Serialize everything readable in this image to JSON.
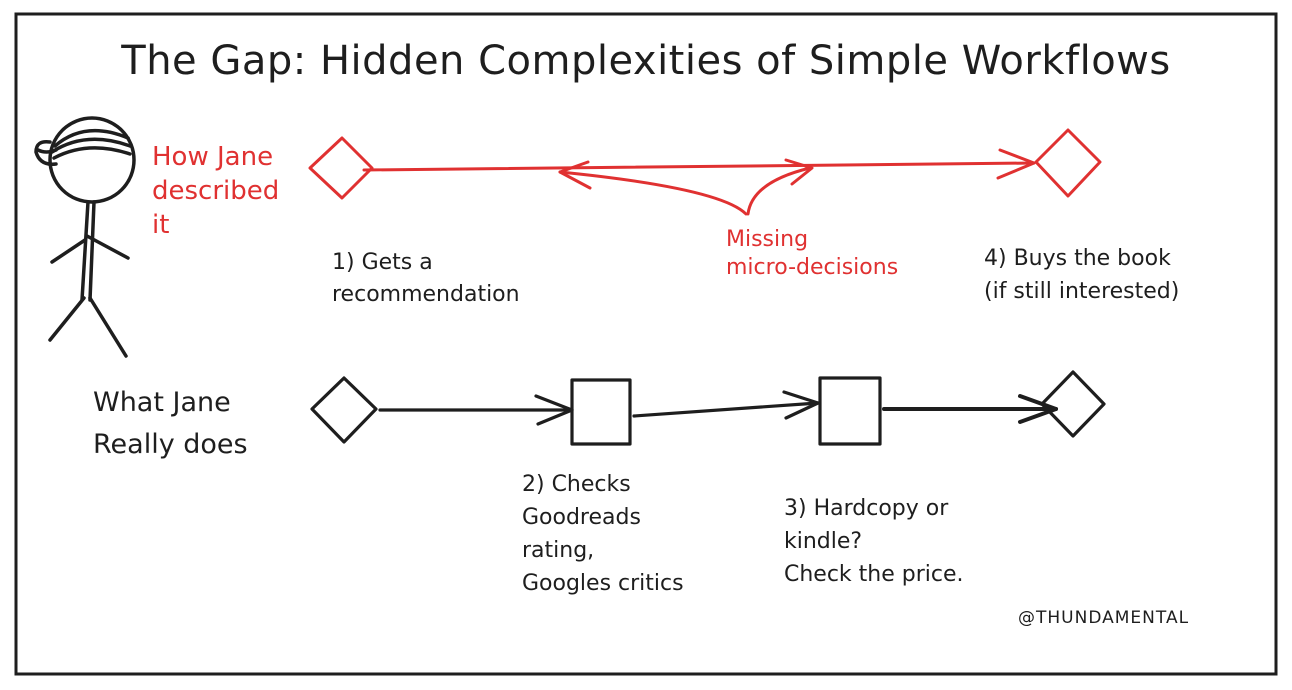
{
  "title": "The Gap: Hidden Complexities of Simple Workflows",
  "described_label": "How Jane\ndescribed\nit",
  "missing_label": "Missing\nmicro-decisions",
  "really_label": "What Jane\nReally does",
  "steps": [
    {
      "number": 1,
      "text": "1) Gets a\nrecommendation"
    },
    {
      "number": 2,
      "text": "2) Checks\nGoodreads\nrating,\nGoogles critics"
    },
    {
      "number": 3,
      "text": "3) Hardcopy or\nkindle?\nCheck the price."
    },
    {
      "number": 4,
      "text": "4) Buys the book\n(if still interested)"
    }
  ],
  "credit": "@THUNDAMENTAL",
  "colors": {
    "ink": "#1e1e1e",
    "accent": "#e03131",
    "background": "#ffffff"
  },
  "icons": [
    "stick-figure-icon",
    "diamond-node-icon",
    "square-node-icon",
    "arrow-icon"
  ]
}
